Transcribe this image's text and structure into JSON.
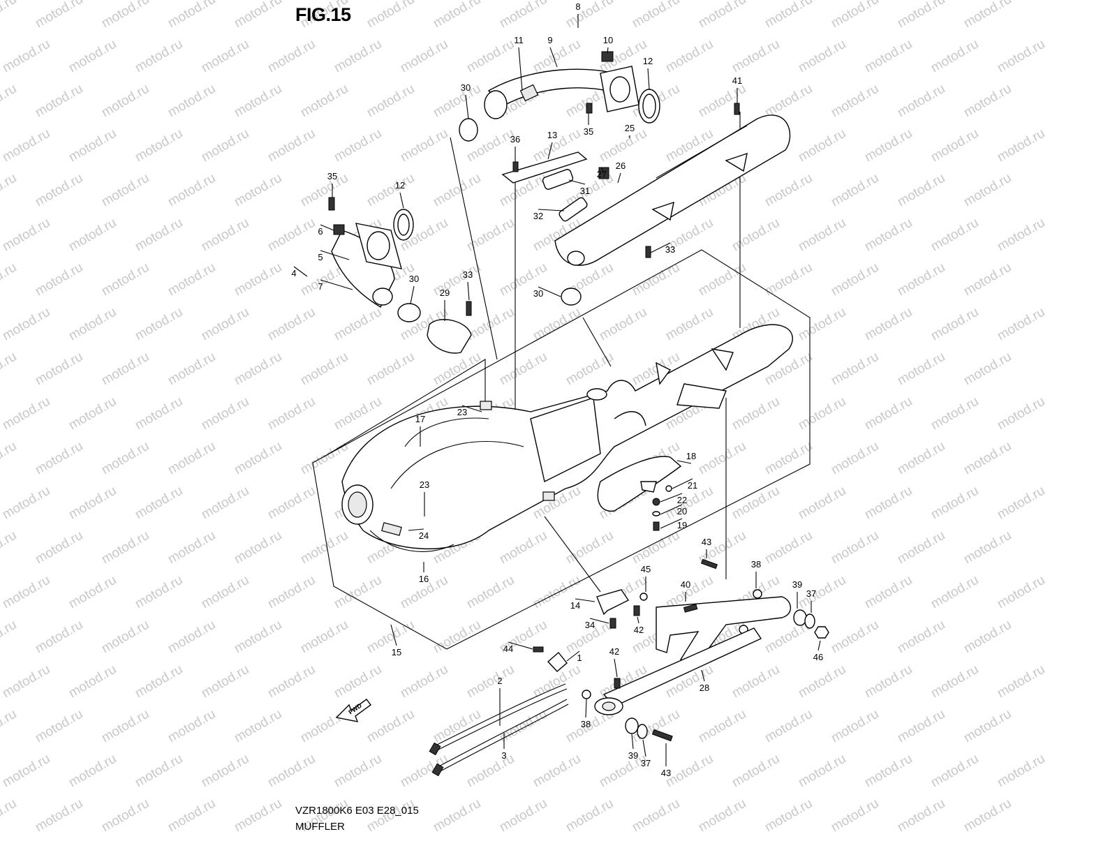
{
  "figure": {
    "title": "FIG.15",
    "model_code": "VZR1800K6 E03 E28_015",
    "section_name": "MUFFLER"
  },
  "watermark": {
    "text": "motod.ru",
    "color": "#c8c8c8"
  },
  "fwd_arrow_label": "FWD",
  "callouts": [
    {
      "id": "c-8",
      "num": "8"
    },
    {
      "id": "c-9",
      "num": "9"
    },
    {
      "id": "c-11",
      "num": "11"
    },
    {
      "id": "c-10",
      "num": "10"
    },
    {
      "id": "c-12a",
      "num": "12"
    },
    {
      "id": "c-30a",
      "num": "30"
    },
    {
      "id": "c-35a",
      "num": "35"
    },
    {
      "id": "c-41",
      "num": "41"
    },
    {
      "id": "c-36",
      "num": "36"
    },
    {
      "id": "c-13",
      "num": "13"
    },
    {
      "id": "c-25",
      "num": "25"
    },
    {
      "id": "c-26",
      "num": "26"
    },
    {
      "id": "c-27",
      "num": "27"
    },
    {
      "id": "c-31",
      "num": "31"
    },
    {
      "id": "c-32",
      "num": "32"
    },
    {
      "id": "c-35b",
      "num": "35"
    },
    {
      "id": "c-12b",
      "num": "12"
    },
    {
      "id": "c-6",
      "num": "6"
    },
    {
      "id": "c-5",
      "num": "5"
    },
    {
      "id": "c-4",
      "num": "4"
    },
    {
      "id": "c-7",
      "num": "7"
    },
    {
      "id": "c-30b",
      "num": "30"
    },
    {
      "id": "c-29",
      "num": "29"
    },
    {
      "id": "c-33a",
      "num": "33"
    },
    {
      "id": "c-33b",
      "num": "33"
    },
    {
      "id": "c-30c",
      "num": "30"
    },
    {
      "id": "c-17",
      "num": "17"
    },
    {
      "id": "c-23a",
      "num": "23"
    },
    {
      "id": "c-23b",
      "num": "23"
    },
    {
      "id": "c-24",
      "num": "24"
    },
    {
      "id": "c-16",
      "num": "16"
    },
    {
      "id": "c-18",
      "num": "18"
    },
    {
      "id": "c-21",
      "num": "21"
    },
    {
      "id": "c-22",
      "num": "22"
    },
    {
      "id": "c-20",
      "num": "20"
    },
    {
      "id": "c-19",
      "num": "19"
    },
    {
      "id": "c-43a",
      "num": "43"
    },
    {
      "id": "c-45",
      "num": "45"
    },
    {
      "id": "c-40",
      "num": "40"
    },
    {
      "id": "c-38a",
      "num": "38"
    },
    {
      "id": "c-39a",
      "num": "39"
    },
    {
      "id": "c-37a",
      "num": "37"
    },
    {
      "id": "c-46",
      "num": "46"
    },
    {
      "id": "c-14",
      "num": "14"
    },
    {
      "id": "c-42a",
      "num": "42"
    },
    {
      "id": "c-34",
      "num": "34"
    },
    {
      "id": "c-15",
      "num": "15"
    },
    {
      "id": "c-44",
      "num": "44"
    },
    {
      "id": "c-1",
      "num": "1"
    },
    {
      "id": "c-42b",
      "num": "42"
    },
    {
      "id": "c-28",
      "num": "28"
    },
    {
      "id": "c-2",
      "num": "2"
    },
    {
      "id": "c-3",
      "num": "3"
    },
    {
      "id": "c-38b",
      "num": "38"
    },
    {
      "id": "c-39b",
      "num": "39"
    },
    {
      "id": "c-37b",
      "num": "37"
    },
    {
      "id": "c-43b",
      "num": "43"
    }
  ]
}
